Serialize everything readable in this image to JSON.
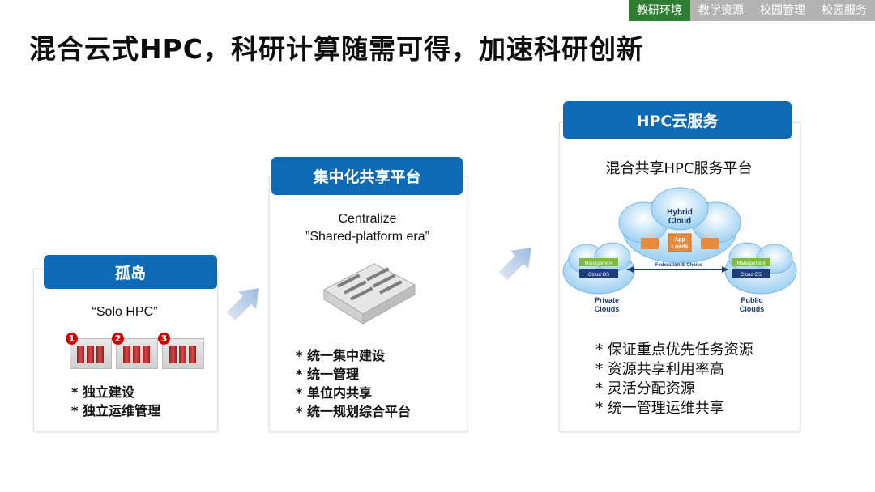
{
  "nav": {
    "tabs": [
      "教研环境",
      "教学资源",
      "校园管理",
      "校园服务"
    ]
  },
  "title": "混合云式HPC，科研计算随需可得，加速科研创新",
  "cards": [
    {
      "header": "孤岛",
      "subtitle": "“Solo  HPC”",
      "badges": [
        "1",
        "2",
        "3"
      ],
      "bullets": [
        "独立建设",
        "独立运维管理"
      ]
    },
    {
      "header": "集中化共享平台",
      "subtitle_line1": "Centralize",
      "subtitle_line2": "”Shared-platform era”",
      "bullets": [
        "统一集中建设",
        "统一管理",
        "单位内共享",
        "统一规划综合平台"
      ]
    },
    {
      "header": "HPC云服务",
      "subtitle": "混合共享HPC服务平台",
      "bullets": [
        "保证重点优先任务资源",
        "资源共享利用率高",
        "灵活分配资源",
        "统一管理运维共享"
      ]
    }
  ],
  "diagram": {
    "hybrid_line1": "Hybrid",
    "hybrid_line2": "Cloud",
    "app_loads_line1": "App",
    "app_loads_line2": "Loads",
    "federation": "Federation & Choice",
    "management": "Management",
    "cloud_os": "Cloud OS",
    "private_line1": "Private",
    "private_line2": "Clouds",
    "public_line1": "Public",
    "public_line2": "Clouds"
  }
}
